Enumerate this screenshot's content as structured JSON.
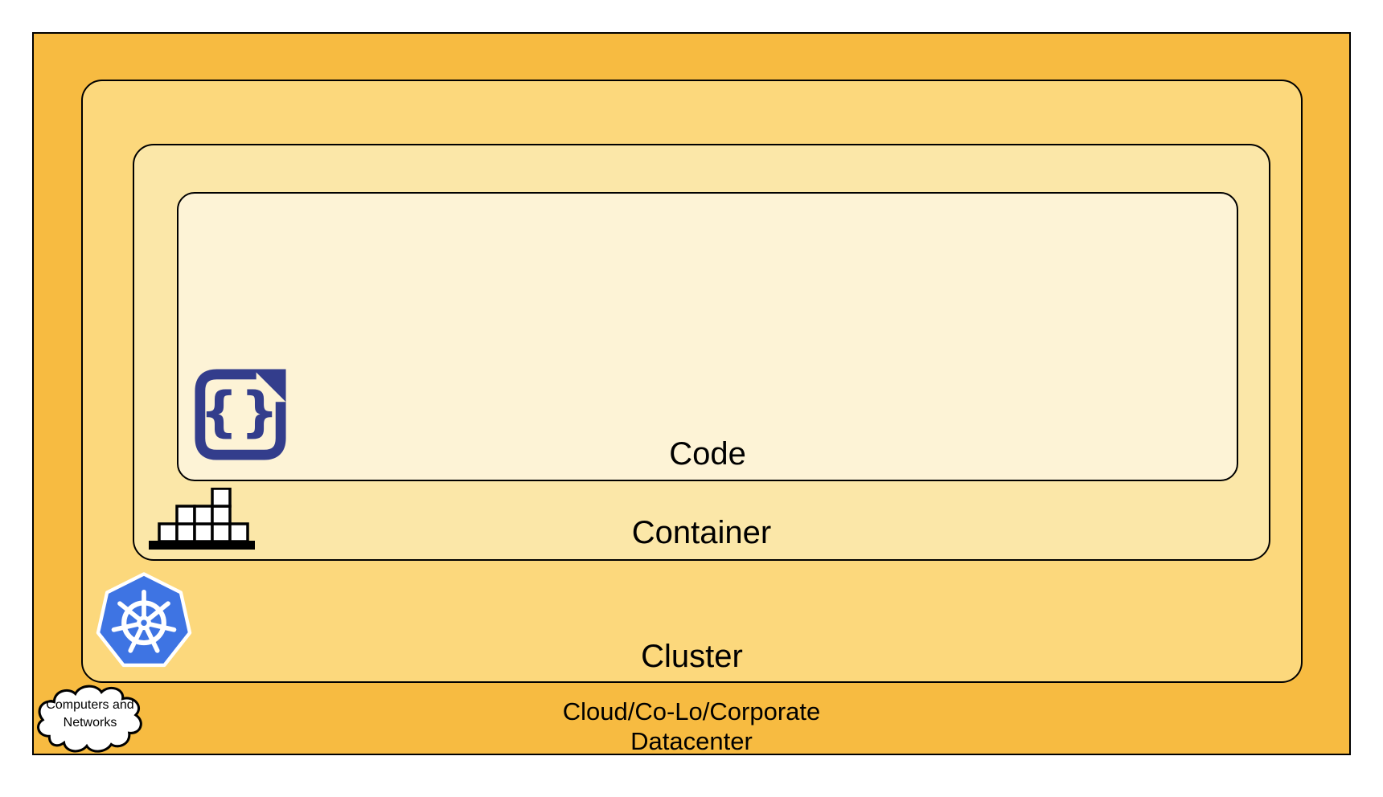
{
  "diagram": {
    "type": "nested-layers",
    "description": "Nested security layers diagram (4 C's of Cloud Native): Code inside Container inside Cluster inside Cloud/Datacenter",
    "layers": [
      {
        "id": "cloud",
        "label": "Cloud/Co-Lo/Corporate\nDatacenter",
        "fill": "#F7BB41",
        "icon": "cloud-icon"
      },
      {
        "id": "cluster",
        "label": "Cluster",
        "fill": "#FCD87C",
        "icon": "kubernetes-helm-icon"
      },
      {
        "id": "container",
        "label": "Container",
        "fill": "#FBE7A8",
        "icon": "container-stack-icon"
      },
      {
        "id": "code",
        "label": "Code",
        "fill": "#FDF3D6",
        "icon": "code-file-icon"
      }
    ],
    "cloud_bubble": {
      "label": "Computers and\nNetworks"
    },
    "icons": {
      "code_braces_glyph": "{}",
      "code": "code-file-icon",
      "container": "container-stack-icon",
      "cluster": "kubernetes-helm-icon",
      "cloud": "cloud-icon"
    },
    "colors": {
      "icon_navy": "#333D8C",
      "kubernetes_blue": "#3E74E3",
      "icon_white": "#FFFFFF",
      "outline_black": "#000000",
      "text_black": "#000000",
      "page_background": "#FFFFFF"
    }
  }
}
